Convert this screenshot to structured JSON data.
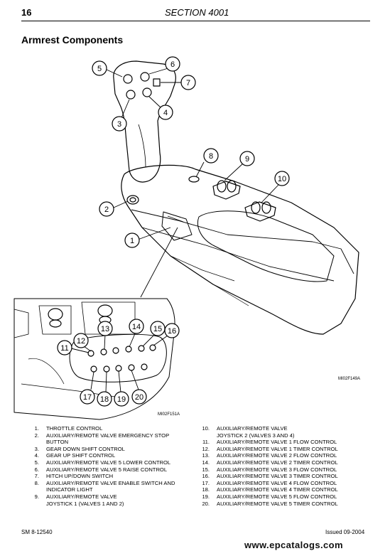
{
  "header": {
    "page_number": "16",
    "section": "SECTION 4001"
  },
  "title": "Armrest Components",
  "figure": {
    "code_main": "MI02F149A",
    "code_inset": "MI02F151A",
    "callouts": [
      "1",
      "2",
      "3",
      "4",
      "5",
      "6",
      "7",
      "8",
      "9",
      "10",
      "11",
      "12",
      "13",
      "14",
      "15",
      "16",
      "17",
      "18",
      "19",
      "20"
    ]
  },
  "legend_left": [
    {
      "num": "1.",
      "text": "THROTTLE CONTROL"
    },
    {
      "num": "2.",
      "text": "AUXILIARY/REMOTE VALVE EMERGENCY STOP\nBUTTON"
    },
    {
      "num": "3.",
      "text": "GEAR DOWN SHIFT CONTROL"
    },
    {
      "num": "4.",
      "text": "GEAR UP SHIFT CONTROL"
    },
    {
      "num": "5.",
      "text": "AUXILIARY/REMOTE VALVE 5 LOWER CONTROL"
    },
    {
      "num": "6.",
      "text": "AUXILIARY/REMOTE VALVE 5 RAISE CONTROL"
    },
    {
      "num": "7.",
      "text": "HITCH UP/DOWN SWITCH"
    },
    {
      "num": "8.",
      "text": "AUXILIARY/REMOTE VALVE ENABLE SWITCH AND\nINDICATOR LIGHT"
    },
    {
      "num": "9.",
      "text": "AUXILIARY/REMOTE VALVE\nJOYSTICK 1 (VALVES 1 AND 2)"
    }
  ],
  "legend_right": [
    {
      "num": "10.",
      "text": "AUXILIARY/REMOTE VALVE\nJOYSTICK 2 (VALVES 3 AND 4)"
    },
    {
      "num": "11.",
      "text": "AUXILIARY/REMOTE VALVE 1 FLOW CONTROL"
    },
    {
      "num": "12.",
      "text": "AUXILIARY/REMOTE VALVE 1 TIMER CONTROL"
    },
    {
      "num": "13.",
      "text": "AUXILIARY/REMOTE VALVE 2 FLOW CONTROL"
    },
    {
      "num": "14.",
      "text": "AUXILIARY/REMOTE VALVE 2 TIMER CONTROL"
    },
    {
      "num": "15.",
      "text": "AUXILIARY/REMOTE VALVE 3 FLOW CONTROL"
    },
    {
      "num": "16.",
      "text": "AUXILIARY/REMOTE VALVE 3 TIMER CONTROL"
    },
    {
      "num": "17.",
      "text": "AUXILIARY/REMOTE VALVE 4 FLOW CONTROL"
    },
    {
      "num": "18.",
      "text": "AUXILIARY/REMOTE VALVE 4 TIMER CONTROL"
    },
    {
      "num": "19.",
      "text": "AUXILIARY/REMOTE VALVE 5 FLOW CONTROL"
    },
    {
      "num": "20.",
      "text": "AUXILIARY/REMOTE VALVE 5 TIMER CONTROL"
    }
  ],
  "footer": {
    "left": "SM 8-12540",
    "right": "Issued 09-2004"
  },
  "watermark": "www.epcatalogs.com"
}
